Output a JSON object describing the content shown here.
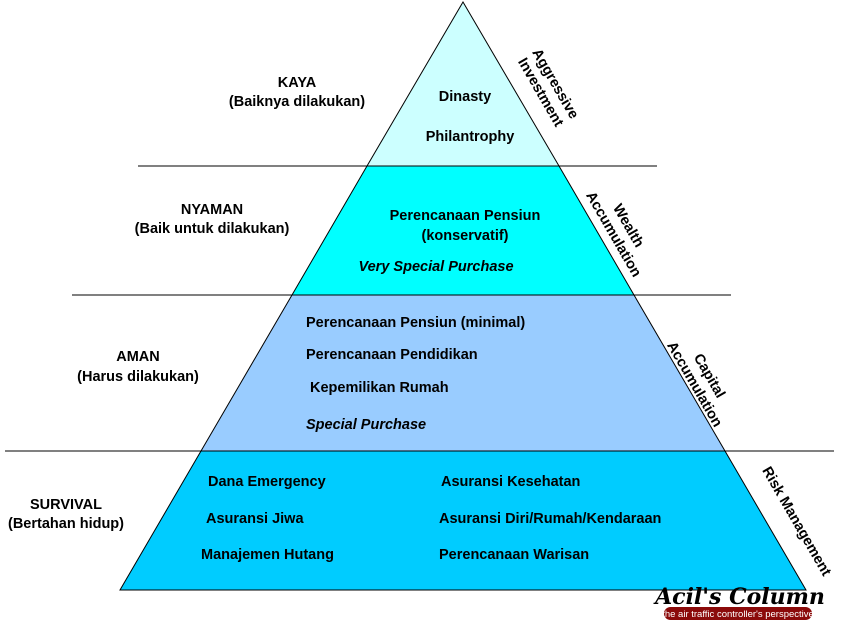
{
  "colors": {
    "tier1": "#ccffff",
    "tier2": "#00ffff",
    "tier3": "#99ccff",
    "tier4": "#00ccff",
    "logo_badge": "#8b0a0a"
  },
  "levels": [
    {
      "name": "KAYA",
      "note": "(Baiknya dilakukan)",
      "side": [
        "Aggressive",
        "Investment"
      ],
      "items": [
        "Dinasty",
        "Philantrophy"
      ]
    },
    {
      "name": "NYAMAN",
      "note": "(Baik untuk dilakukan)",
      "side": [
        "Wealth",
        "Accumulation"
      ],
      "items": [
        "Perencanaan Pensiun",
        "(konservatif)"
      ],
      "special": "Very Special Purchase"
    },
    {
      "name": "AMAN",
      "note": "(Harus dilakukan)",
      "side": [
        "Capital",
        "Accumulation"
      ],
      "items": [
        "Perencanaan Pensiun (minimal)",
        "Perencanaan Pendidikan",
        "Kepemilikan Rumah"
      ],
      "special": "Special Purchase"
    },
    {
      "name": "SURVIVAL",
      "note": "(Bertahan hidup)",
      "side": [
        "Risk Management"
      ],
      "items": [
        "Dana Emergency",
        "Asuransi Jiwa",
        "Manajemen Hutang",
        "Asuransi Kesehatan",
        "Asuransi Diri/Rumah/Kendaraan",
        "Perencanaan Warisan"
      ]
    }
  ],
  "logo": {
    "title": "Acil's Column",
    "subtitle": "the air traffic controller's perspective"
  }
}
